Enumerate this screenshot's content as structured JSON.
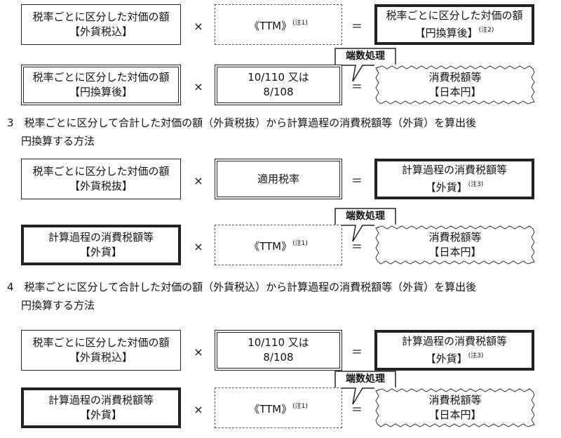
{
  "row1": {
    "left": {
      "line1": "税率ごとに区分した対価の額",
      "line2": "【外貨税込】"
    },
    "op1": "×",
    "mid": {
      "text": "《TTM》",
      "note": "(注1)"
    },
    "op2": "＝",
    "right": {
      "line1": "税率ごとに区分した対価の額",
      "line2": "【円換算後】",
      "note": "(注2)"
    }
  },
  "callout1": "端数処理",
  "row2": {
    "left": {
      "line1": "税率ごとに区分した対価の額",
      "line2": "【円換算後】"
    },
    "op1": "×",
    "mid": {
      "line1": "10/110 又は",
      "line2": "8/108"
    },
    "op2": "＝",
    "right": {
      "line1": "消費税額等",
      "line2": "【日本円】"
    }
  },
  "section3": {
    "line1": "3　税率ごとに区分して合計した対価の額（外貨税抜）から計算過程の消費税額等（外貨）を算出後",
    "line2": "円換算する方法"
  },
  "row3": {
    "left": {
      "line1": "税率ごとに区分した対価の額",
      "line2": "【外貨税抜】"
    },
    "op1": "×",
    "mid": {
      "text": "適用税率"
    },
    "op2": "＝",
    "right": {
      "line1": "計算過程の消費税額等",
      "line2": "【外貨】",
      "note": "(注3)"
    }
  },
  "callout2": "端数処理",
  "row4": {
    "left": {
      "line1": "計算過程の消費税額等",
      "line2": "【外貨】"
    },
    "op1": "×",
    "mid": {
      "text": "《TTM》",
      "note": "(注1)"
    },
    "op2": "＝",
    "right": {
      "line1": "消費税額等",
      "line2": "【日本円】"
    }
  },
  "section4": {
    "line1": "4　税率ごとに区分して合計した対価の額（外貨税込）から計算過程の消費税額等（外貨）を算出後",
    "line2": "円換算する方法"
  },
  "row5": {
    "left": {
      "line1": "税率ごとに区分した対価の額",
      "line2": "【外貨税込】"
    },
    "op1": "×",
    "mid": {
      "line1": "10/110 又は",
      "line2": "8/108"
    },
    "op2": "＝",
    "right": {
      "line1": "計算過程の消費税額等",
      "line2": "【外貨】",
      "note": "(注3)"
    }
  },
  "callout3": "端数処理",
  "row6": {
    "left": {
      "line1": "計算過程の消費税額等",
      "line2": "【外貨】"
    },
    "op1": "×",
    "mid": {
      "text": "《TTM》",
      "note": "(注1)"
    },
    "op2": "＝",
    "right": {
      "line1": "消費税額等",
      "line2": "【日本円】"
    }
  }
}
